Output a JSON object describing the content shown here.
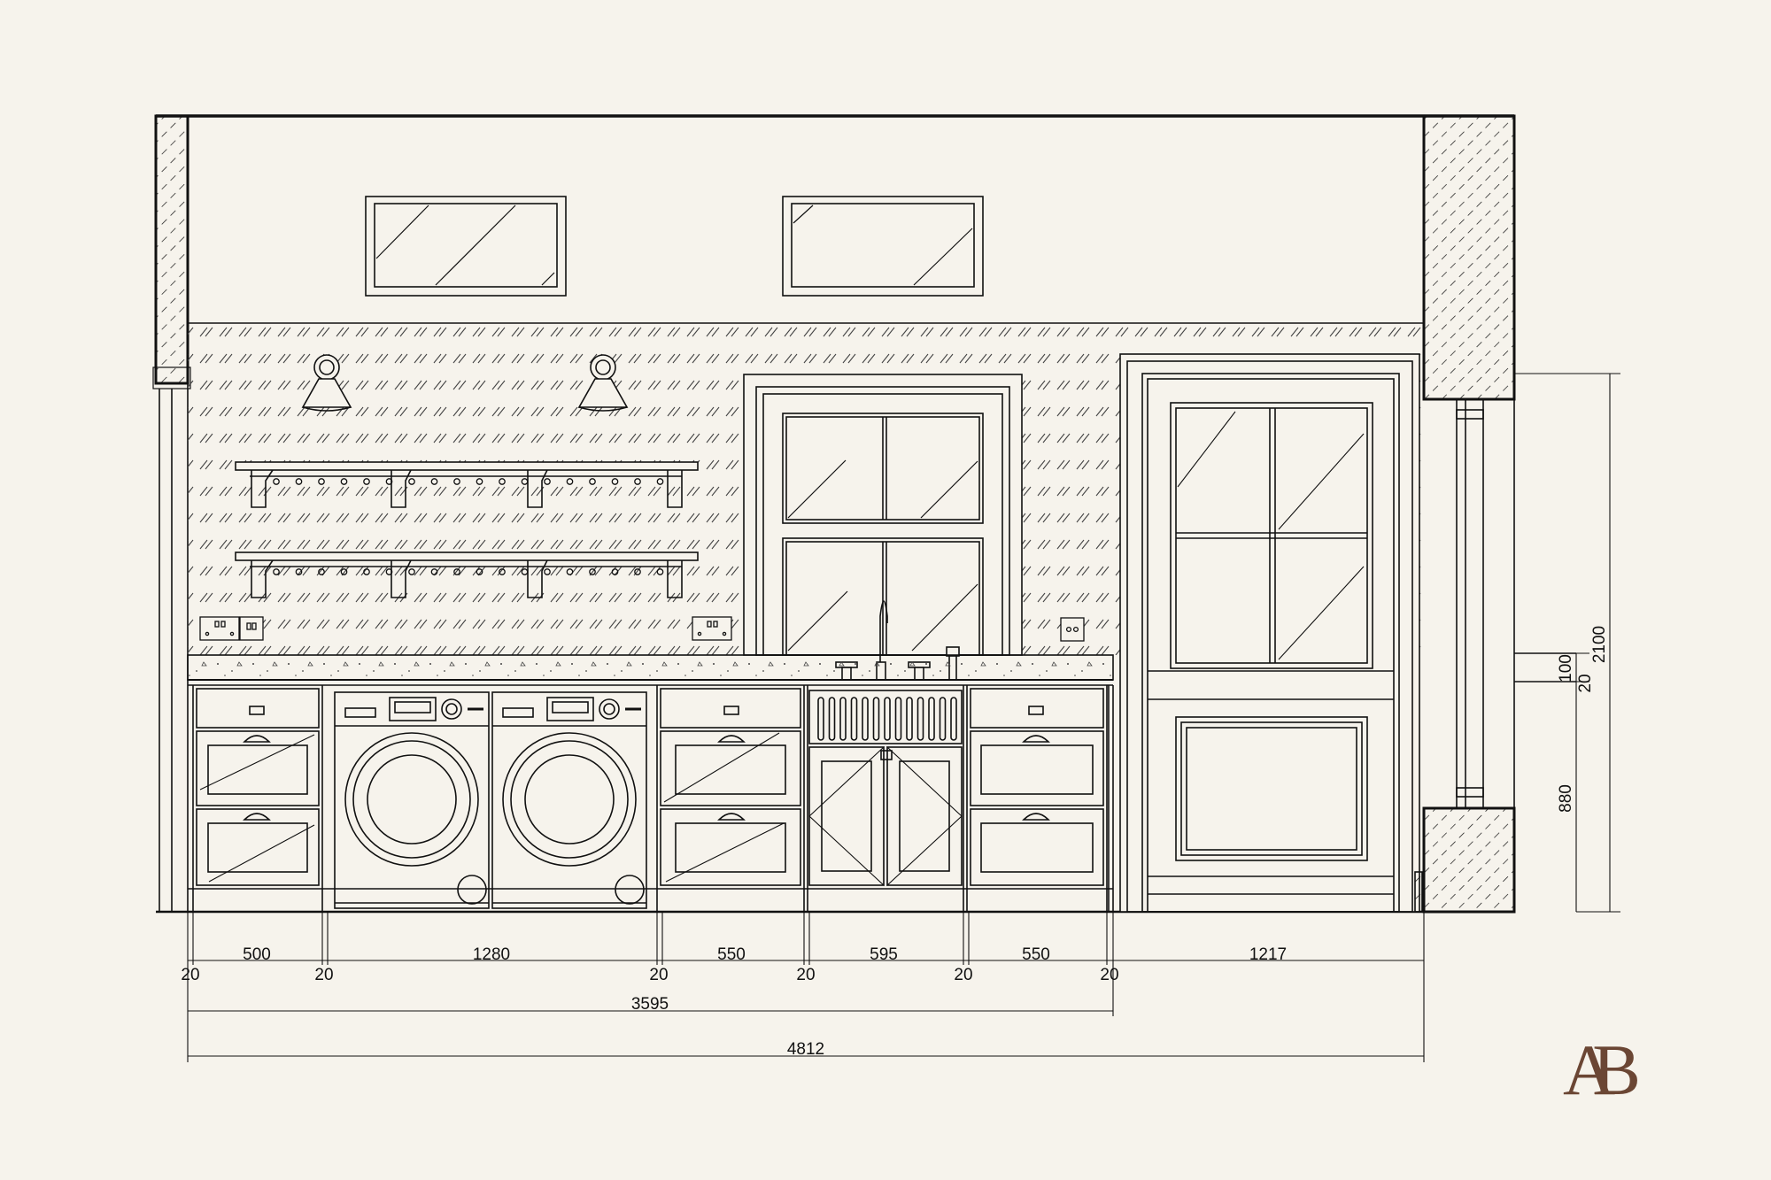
{
  "drawing": {
    "line_color": "#111111",
    "background": "#f6f3ec",
    "logo_color": "#6b4634",
    "logo_text": "AB"
  },
  "dimensions": {
    "bottom_row": [
      "500",
      "1280",
      "550",
      "595",
      "550",
      "1217"
    ],
    "gaps": [
      "20",
      "20",
      "20",
      "20",
      "20",
      "20"
    ],
    "total_units": "3595",
    "total_overall": "4812",
    "right_vertical": [
      "2100",
      "100",
      "20",
      "880"
    ]
  }
}
